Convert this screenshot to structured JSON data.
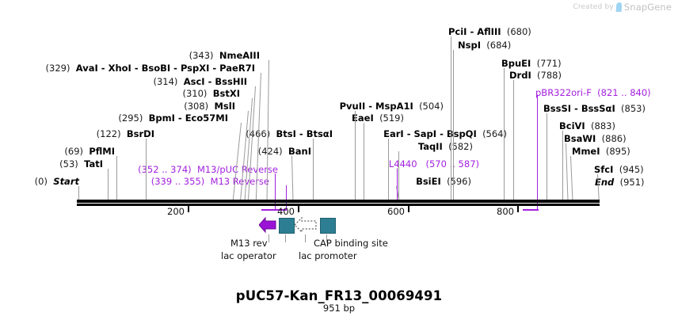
{
  "watermark": {
    "prefix": "Created by",
    "brand": "SnapGene",
    "icon": "snapgene-leaf-icon"
  },
  "title": "pUC57-Kan_FR13_00069491",
  "subtitle": "951 bp",
  "sequence": {
    "length_bp": 951,
    "start_label": "Start",
    "end_label": "End"
  },
  "colors": {
    "backbone": "#000000",
    "feature_teal": "#2d7e92",
    "primer_purple": "#a31fe0",
    "leader_gray": "#9a9a9a",
    "watermark_gray": "#c8c8c8"
  },
  "ruler": {
    "ticks": [
      {
        "label": "200",
        "value": 200
      },
      {
        "label": "400",
        "value": 400
      },
      {
        "label": "600",
        "value": 600
      },
      {
        "label": "800",
        "value": 800
      }
    ]
  },
  "left_labels": [
    {
      "pos": "(329)",
      "enzymes": [
        "AvaI",
        "XhoI",
        "BsoBI",
        "PspXI",
        "PaeR7I"
      ],
      "kind": "enzyme"
    },
    {
      "pos": "(343)",
      "enzymes": [
        "NmeAIII"
      ],
      "kind": "enzyme"
    },
    {
      "pos": "(314)",
      "enzymes": [
        "AscI",
        "BssHII"
      ],
      "kind": "enzyme"
    },
    {
      "pos": "(310)",
      "enzymes": [
        "BstXI"
      ],
      "kind": "enzyme"
    },
    {
      "pos": "(308)",
      "enzymes": [
        "MslI"
      ],
      "kind": "enzyme"
    },
    {
      "pos": "(295)",
      "enzymes": [
        "BpmI",
        "Eco57MI"
      ],
      "kind": "enzyme"
    },
    {
      "pos": "(122)",
      "enzymes": [
        "BsrDI"
      ],
      "kind": "enzyme"
    },
    {
      "pos": "(69)",
      "enzymes": [
        "PflMI"
      ],
      "kind": "enzyme"
    },
    {
      "pos": "(53)",
      "enzymes": [
        "TatI"
      ],
      "kind": "enzyme"
    },
    {
      "pos": "(0)",
      "enzymes": [
        "Start"
      ],
      "kind": "terminus"
    },
    {
      "pos": "(466)",
      "enzymes": [
        "BtsI",
        "BtsαI"
      ],
      "kind": "enzyme"
    },
    {
      "pos": "(424)",
      "enzymes": [
        "BanI"
      ],
      "kind": "enzyme"
    },
    {
      "pos": "(504)",
      "enzymes": [
        "PvuII",
        "MspA1I"
      ],
      "kind": "enzyme"
    },
    {
      "pos": "(519)",
      "enzymes": [
        "EaeI"
      ],
      "kind": "enzyme"
    },
    {
      "pos": "(564)",
      "enzymes": [
        "EarI",
        "SapI",
        "BspQI"
      ],
      "kind": "enzyme"
    },
    {
      "pos": "(582)",
      "enzymes": [
        "TaqII"
      ],
      "kind": "enzyme"
    },
    {
      "pos": "(596)",
      "enzymes": [
        "BsiEI"
      ],
      "kind": "enzyme"
    },
    {
      "pos": "(680)",
      "enzymes": [
        "PciI",
        "AflIII"
      ],
      "kind": "enzyme"
    },
    {
      "pos": "(684)",
      "enzymes": [
        "NspI"
      ],
      "kind": "enzyme"
    },
    {
      "pos": "(771)",
      "enzymes": [
        "BpuEI"
      ],
      "kind": "enzyme"
    },
    {
      "pos": "(788)",
      "enzymes": [
        "DrdI"
      ],
      "kind": "enzyme"
    },
    {
      "pos": "(853)",
      "enzymes": [
        "BssSI",
        "BssSαI"
      ],
      "kind": "enzyme"
    },
    {
      "pos": "(883)",
      "enzymes": [
        "BciVI"
      ],
      "kind": "enzyme"
    },
    {
      "pos": "(886)",
      "enzymes": [
        "BsaWI"
      ],
      "kind": "enzyme"
    },
    {
      "pos": "(895)",
      "enzymes": [
        "MmeI"
      ],
      "kind": "enzyme"
    },
    {
      "pos": "(945)",
      "enzymes": [
        "SfcI"
      ],
      "kind": "enzyme"
    },
    {
      "pos": "(951)",
      "enzymes": [
        "End"
      ],
      "kind": "terminus"
    }
  ],
  "primers": [
    {
      "range": "(352 .. 374)",
      "name": "M13/pUC Reverse"
    },
    {
      "range": "(339 .. 355)",
      "name": "M13 Reverse"
    },
    {
      "range": "(570 .. 587)",
      "name": "L4440"
    },
    {
      "range": "(821 .. 840)",
      "name": "pBR322ori-F"
    }
  ],
  "sites": {
    "r1": {
      "pos": "(329)",
      "e1": "AvaI",
      "e2": "XhoI",
      "e3": "BsoBI",
      "e4": "PspXI",
      "e5": "PaeR7I"
    },
    "r2": {
      "pos": "(343)",
      "e1": "NmeAIII"
    },
    "r3": {
      "pos": "(314)",
      "e1": "AscI",
      "e2": "BssHII"
    },
    "r4": {
      "pos": "(310)",
      "e1": "BstXI"
    },
    "r5": {
      "pos": "(308)",
      "e1": "MslI"
    },
    "r6": {
      "pos": "(295)",
      "e1": "BpmI",
      "e2": "Eco57MI"
    },
    "r7": {
      "pos": "(122)",
      "e1": "BsrDI"
    },
    "r8": {
      "pos": "(69)",
      "e1": "PflMI"
    },
    "r9": {
      "pos": "(53)",
      "e1": "TatI"
    },
    "r10": {
      "pos": "(0)",
      "e1": "Start"
    },
    "r11": {
      "pos": "(466)",
      "e1": "BtsI",
      "e2": "BtsαI"
    },
    "r12": {
      "pos": "(424)",
      "e1": "BanI"
    },
    "r13": {
      "pos": "(504)",
      "e1": "PvuII",
      "e2": "MspA1I"
    },
    "r14": {
      "pos": "(519)",
      "e1": "EaeI"
    },
    "r15": {
      "pos": "(564)",
      "e1": "EarI",
      "e2": "SapI",
      "e3": "BspQI"
    },
    "r16": {
      "pos": "(582)",
      "e1": "TaqII"
    },
    "r17": {
      "pos": "(596)",
      "e1": "BsiEI"
    },
    "r18": {
      "pos": "(680)",
      "e1": "PciI",
      "e2": "AflIII"
    },
    "r19": {
      "pos": "(684)",
      "e1": "NspI"
    },
    "r20": {
      "pos": "(771)",
      "e1": "BpuEI"
    },
    "r21": {
      "pos": "(788)",
      "e1": "DrdI"
    },
    "r22": {
      "pos": "(853)",
      "e1": "BssSI",
      "e2": "BssSαI"
    },
    "r23": {
      "pos": "(883)",
      "e1": "BciVI"
    },
    "r24": {
      "pos": "(886)",
      "e1": "BsaWI"
    },
    "r25": {
      "pos": "(895)",
      "e1": "MmeI"
    },
    "r26": {
      "pos": "(945)",
      "e1": "SfcI"
    },
    "r27": {
      "pos": "(951)",
      "e1": "End"
    },
    "p1": {
      "range": "(352 .. 374)",
      "name": "M13/pUC Reverse"
    },
    "p2": {
      "range": "(339 .. 355)",
      "name": "M13 Reverse"
    },
    "p3": {
      "range": "(570 .. 587)",
      "name": "L4440"
    },
    "p4": {
      "range": "(821 .. 840)",
      "name": "pBR322ori-F"
    }
  },
  "features": [
    {
      "name": "M13 rev",
      "shape": "arrow-left-purple"
    },
    {
      "name": "lac operator",
      "shape": "box-teal"
    },
    {
      "name": "lac promoter",
      "shape": "arrow-left-white"
    },
    {
      "name": "CAP binding site",
      "shape": "box-teal"
    }
  ],
  "feature_labels": {
    "f1": "M13 rev",
    "f2": "lac operator",
    "f3": "lac promoter",
    "f4": "CAP binding site"
  },
  "ticks": {
    "t200": "200",
    "t400": "400",
    "t600": "600",
    "t800": "800"
  }
}
